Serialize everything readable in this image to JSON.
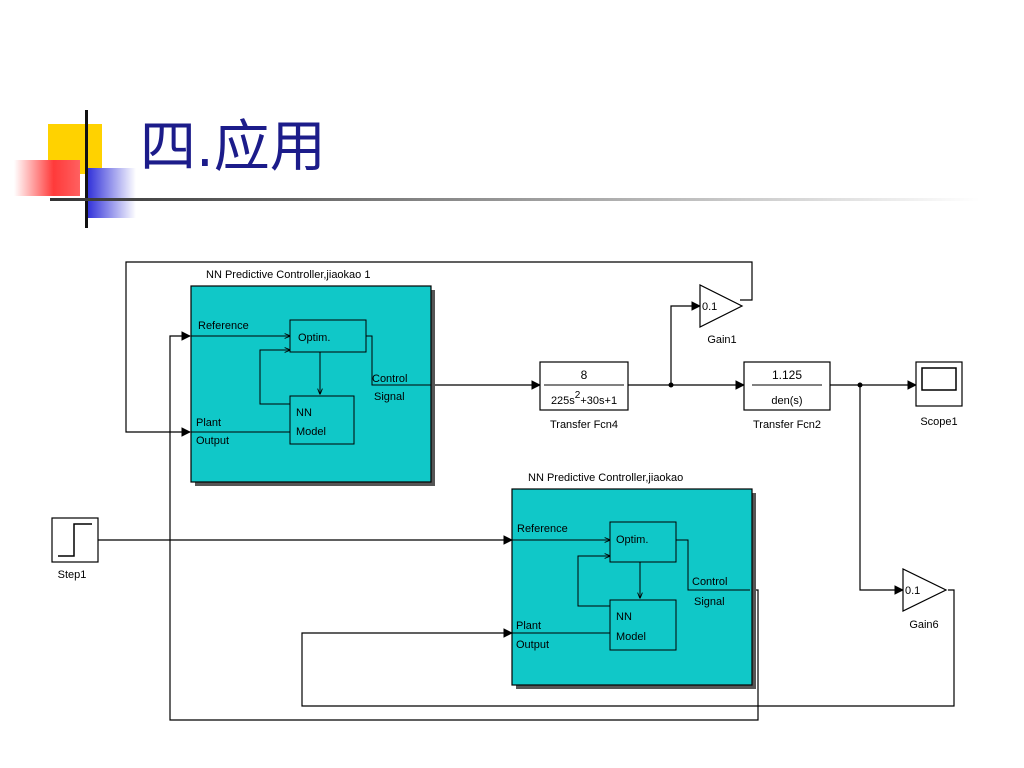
{
  "slide": {
    "title": "四.应用"
  },
  "diagram": {
    "controller_top": {
      "caption": "NN Predictive Controller,jiaokao 1",
      "reference_label": "Reference",
      "optim_label": "Optim.",
      "nn_label_1": "NN",
      "nn_label_2": "Model",
      "control_label_1": "Control",
      "control_label_2": "Signal",
      "plant_label_1": "Plant",
      "plant_label_2": "Output"
    },
    "controller_bottom": {
      "caption": "NN Predictive Controller,jiaokao",
      "reference_label": "Reference",
      "optim_label": "Optim.",
      "nn_label_1": "NN",
      "nn_label_2": "Model",
      "control_label_1": "Control",
      "control_label_2": "Signal",
      "plant_label_1": "Plant",
      "plant_label_2": "Output"
    },
    "tf4": {
      "numerator": "8",
      "denominator_part1": "225s",
      "denominator_exp": "2",
      "denominator_part2": "+30s+1",
      "caption": "Transfer Fcn4"
    },
    "tf2": {
      "numerator": "1.125",
      "denominator": "den(s)",
      "caption": "Transfer Fcn2"
    },
    "gain1": {
      "value": "0.1",
      "caption": "Gain1"
    },
    "gain6": {
      "value": "0.1",
      "caption": "Gain6"
    },
    "scope": {
      "caption": "Scope1"
    },
    "step": {
      "caption": "Step1"
    },
    "colors": {
      "block_fill": "#10c8c8",
      "title_color": "#1c1c8a",
      "line": "#000000"
    }
  }
}
